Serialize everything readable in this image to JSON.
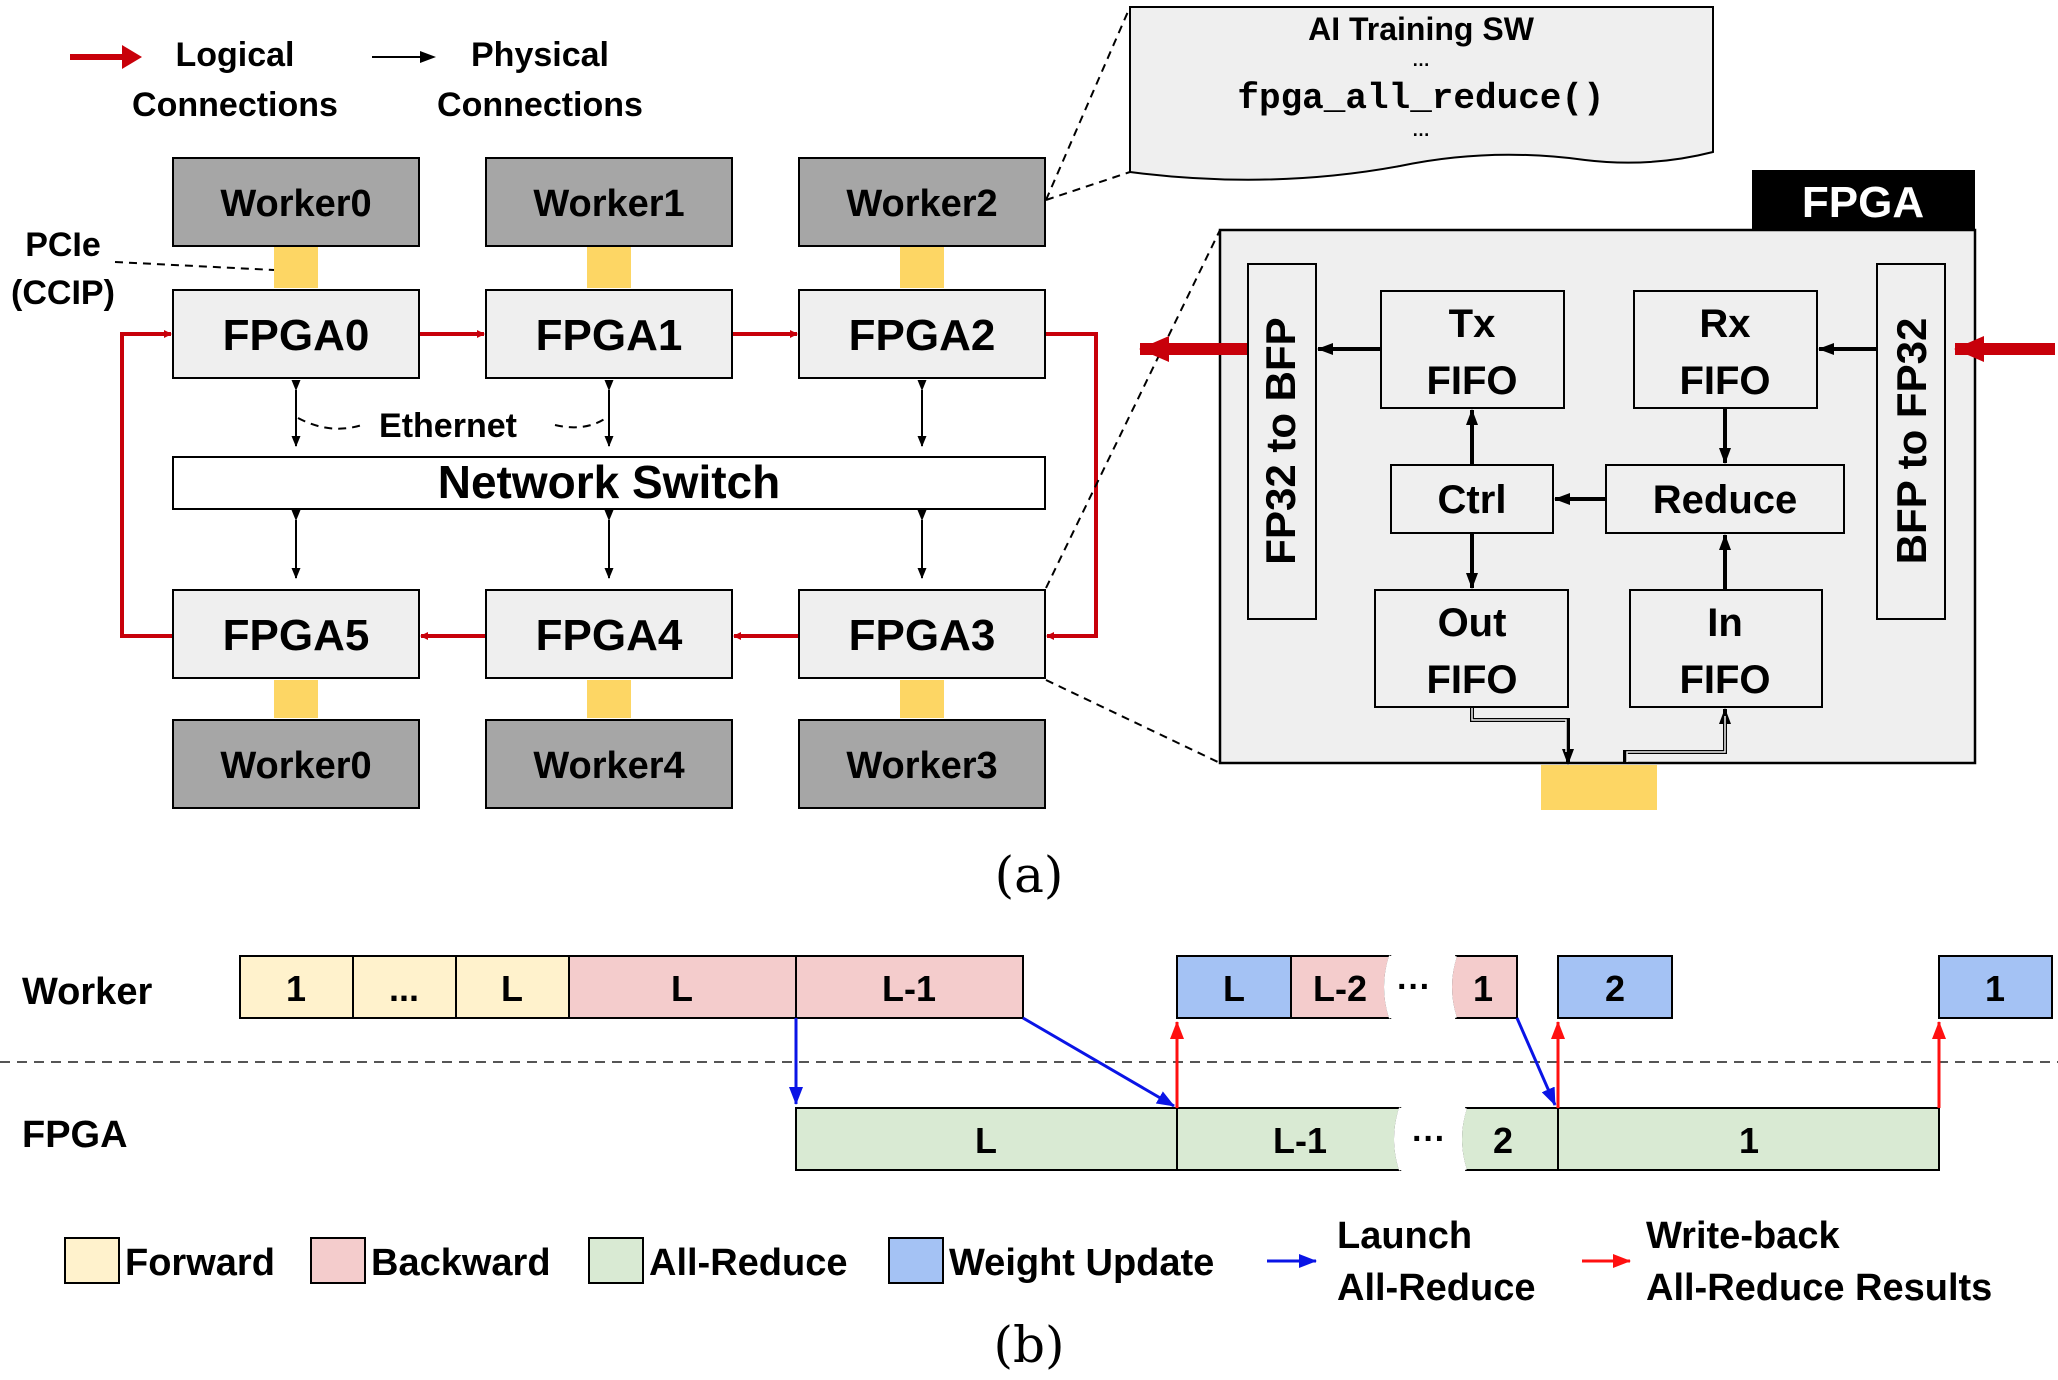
{
  "legend_top": {
    "logical_line1": "Logical",
    "logical_line2": "Connections",
    "physical_line1": "Physical",
    "physical_line2": "Connections"
  },
  "workers_top": [
    "Worker0",
    "Worker1",
    "Worker2"
  ],
  "workers_bottom": [
    "Worker0",
    "Worker4",
    "Worker3"
  ],
  "fpgas_top": [
    "FPGA0",
    "FPGA1",
    "FPGA2"
  ],
  "fpgas_bottom": [
    "FPGA5",
    "FPGA4",
    "FPGA3"
  ],
  "pcie_line1": "PCIe",
  "pcie_line2": "(CCIP)",
  "ethernet": "Ethernet",
  "network_switch": "Network Switch",
  "sw_box": {
    "title": "AI Training SW",
    "dots_top": "…",
    "call": "fpga_all_reduce()",
    "dots_bottom": "…"
  },
  "fpga_detail": {
    "title": "FPGA",
    "fp32_to_bfp": "FP32 to BFP",
    "bfp_to_fp32": "BFP to FP32",
    "tx_line1": "Tx",
    "tx_line2": "FIFO",
    "rx_line1": "Rx",
    "rx_line2": "FIFO",
    "ctrl": "Ctrl",
    "reduce": "Reduce",
    "out_line1": "Out",
    "out_line2": "FIFO",
    "in_line1": "In",
    "in_line2": "FIFO"
  },
  "caption_a": "(a)",
  "timeline": {
    "worker_label": "Worker",
    "fpga_label": "FPGA",
    "forward_cells": [
      "1",
      "...",
      "L"
    ],
    "backward_cells": [
      "L",
      "L-1"
    ],
    "wu_L": "L",
    "bw_L2": "L-2",
    "dots_worker": "···",
    "bw_1": "1",
    "wu_2": "2",
    "wu_1": "1",
    "ar_cells": [
      "L",
      "L-1"
    ],
    "dots_fpga": "···",
    "ar_2": "2",
    "ar_1": "1"
  },
  "legend_bottom": {
    "forward": "Forward",
    "backward": "Backward",
    "allreduce": "All-Reduce",
    "weight_update": "Weight Update",
    "launch_line1": "Launch",
    "launch_line2": "All-Reduce",
    "writeback_line1": "Write-back",
    "writeback_line2": "All-Reduce Results"
  },
  "caption_b": "(b)",
  "colors": {
    "logical_red": "#c8000a",
    "launch_blue": "#0a14e6",
    "writeback_red": "#ff1010",
    "worker_gray": "#a6a6a6",
    "box_light": "#efefef",
    "pcie_yellow": "#fdd664",
    "forward": "#fff2cc",
    "backward": "#f4cccc",
    "allreduce": "#d9ead3",
    "weight_update": "#a4c2f4"
  }
}
